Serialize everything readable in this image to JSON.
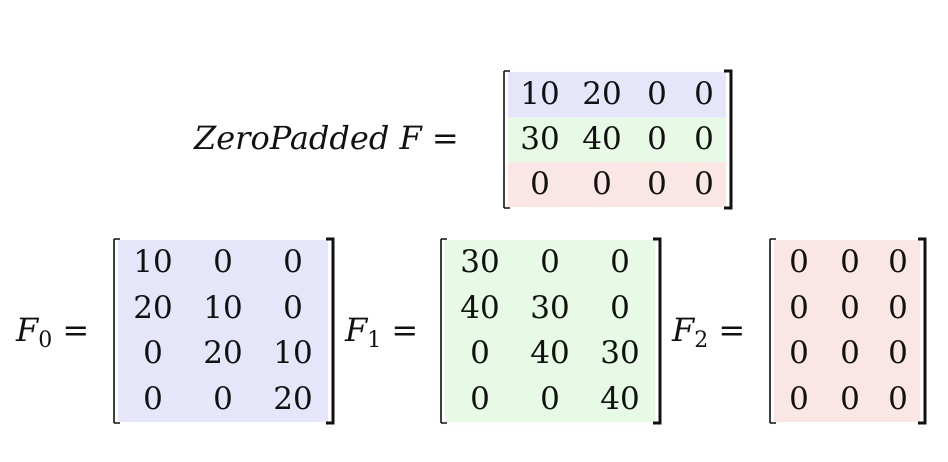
{
  "zero_padded": {
    "name": "ZeroPadded F",
    "eq": "=",
    "rows": [
      [
        "10",
        "20",
        "0",
        "0"
      ],
      [
        "30",
        "40",
        "0",
        "0"
      ],
      [
        "0",
        "0",
        "0",
        "0"
      ]
    ],
    "row_colors": [
      "#e6e6fa",
      "#e6fae6",
      "#fbe6e6"
    ]
  },
  "f0": {
    "name": "F",
    "sub": "0",
    "eq": "=",
    "rows": [
      [
        "10",
        "0",
        "0"
      ],
      [
        "20",
        "10",
        "0"
      ],
      [
        "0",
        "20",
        "10"
      ],
      [
        "0",
        "0",
        "20"
      ]
    ],
    "color": "#e6e6fa"
  },
  "f1": {
    "name": "F",
    "sub": "1",
    "eq": "=",
    "rows": [
      [
        "30",
        "0",
        "0"
      ],
      [
        "40",
        "30",
        "0"
      ],
      [
        "0",
        "40",
        "30"
      ],
      [
        "0",
        "0",
        "40"
      ]
    ],
    "color": "#e6fae6"
  },
  "f2": {
    "name": "F",
    "sub": "2",
    "eq": "=",
    "rows": [
      [
        "0",
        "0",
        "0"
      ],
      [
        "0",
        "0",
        "0"
      ],
      [
        "0",
        "0",
        "0"
      ],
      [
        "0",
        "0",
        "0"
      ]
    ],
    "color": "#fbe6e6"
  }
}
